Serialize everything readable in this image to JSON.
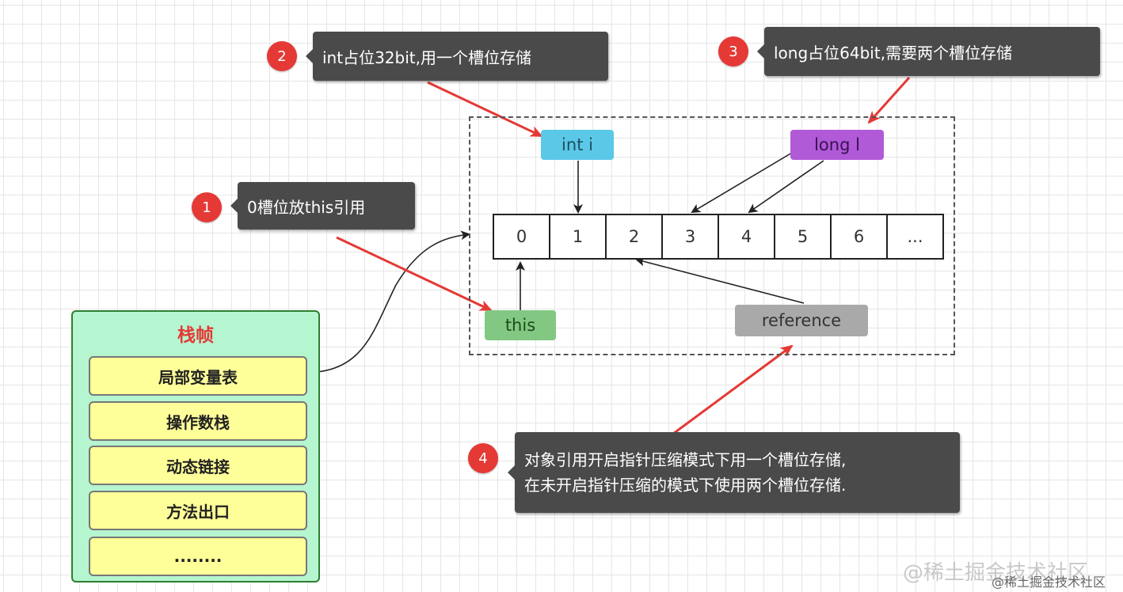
{
  "callouts": [
    {
      "number": "1",
      "text": "0槽位放this引用"
    },
    {
      "number": "2",
      "text": "int占位32bit,用一个槽位存储"
    },
    {
      "number": "3",
      "text": "long占位64bit,需要两个槽位存储"
    },
    {
      "number": "4",
      "line1": "对象引用开启指针压缩模式下用一个槽位存储,",
      "line2": "在未开启指针压缩的模式下使用两个槽位存储."
    }
  ],
  "slots": [
    "0",
    "1",
    "2",
    "3",
    "4",
    "5",
    "6",
    "..."
  ],
  "tags": {
    "int_i": "int i",
    "long_l": "long l",
    "this": "this",
    "reference": "reference"
  },
  "stack_frame": {
    "title": "栈帧",
    "items": [
      "局部变量表",
      "操作数栈",
      "动态链接",
      "方法出口",
      "........"
    ]
  },
  "watermark": "@稀土掘金技术社区",
  "watermark_small": "@稀土掘金技术社区",
  "colors": {
    "callout_bg": "#4a4a4a",
    "badge": "#e53935",
    "arrow_red": "#e53935",
    "int_tag": "#5bc8e8",
    "long_tag": "#b05ad8",
    "this_tag": "#82c882",
    "reference_tag": "#a9a9a9",
    "stack_bg": "#b5f5cf",
    "stack_item_bg": "#ffff99"
  }
}
